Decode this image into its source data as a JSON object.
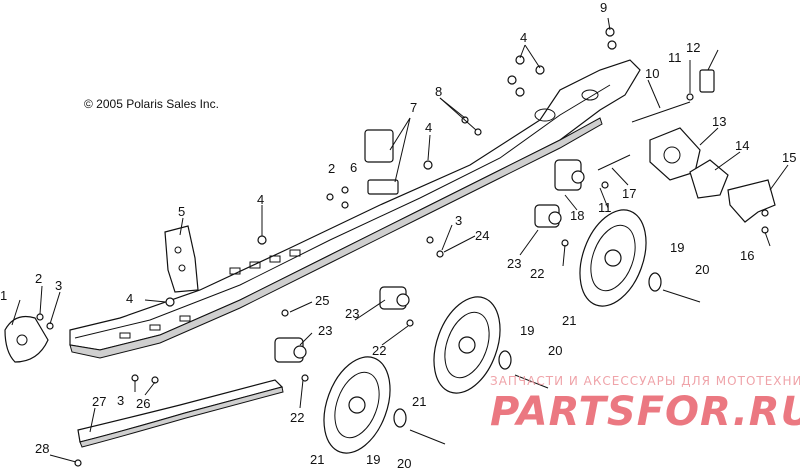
{
  "copyright": "© 2005 Polaris Sales Inc.",
  "watermark": {
    "subtitle": "ЗАПЧАСТИ И АКСЕССУАРЫ ДЛЯ МОТОТЕХНИКИ",
    "brand": "PARTSFOR.RU"
  },
  "callouts": [
    "1",
    "2",
    "3",
    "4",
    "5",
    "6",
    "7",
    "8",
    "9",
    "10",
    "11",
    "12",
    "13",
    "14",
    "15",
    "16",
    "17",
    "18",
    "19",
    "20",
    "21",
    "22",
    "23",
    "24",
    "25",
    "26",
    "27",
    "28"
  ],
  "colors": {
    "ink": "#111111",
    "watermark": "#e96a74",
    "background": "#ffffff"
  }
}
